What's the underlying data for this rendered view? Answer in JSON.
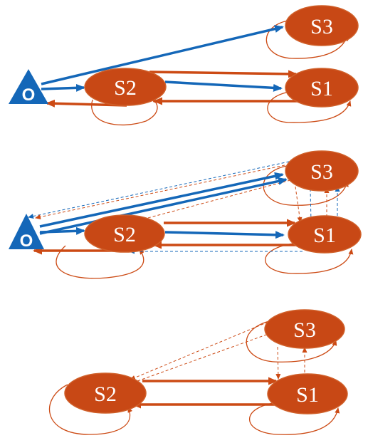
{
  "colors": {
    "state_fill": "#C84815",
    "state_stroke": "#D0602A",
    "orange_arrow": "#CC4A14",
    "blue_arrow": "#1467B8",
    "background": "#ffffff"
  },
  "panels": [
    {
      "name": "panel-top",
      "origin_label": "O",
      "states": [
        {
          "id": "s3",
          "label": "S3"
        },
        {
          "id": "s2",
          "label": "S2"
        },
        {
          "id": "s1",
          "label": "S1"
        }
      ]
    },
    {
      "name": "panel-middle",
      "origin_label": "O",
      "states": [
        {
          "id": "s3",
          "label": "S3"
        },
        {
          "id": "s2",
          "label": "S2"
        },
        {
          "id": "s1",
          "label": "S1"
        }
      ]
    },
    {
      "name": "panel-bottom",
      "states": [
        {
          "id": "s3",
          "label": "S3"
        },
        {
          "id": "s2",
          "label": "S2"
        },
        {
          "id": "s1",
          "label": "S1"
        }
      ]
    }
  ]
}
